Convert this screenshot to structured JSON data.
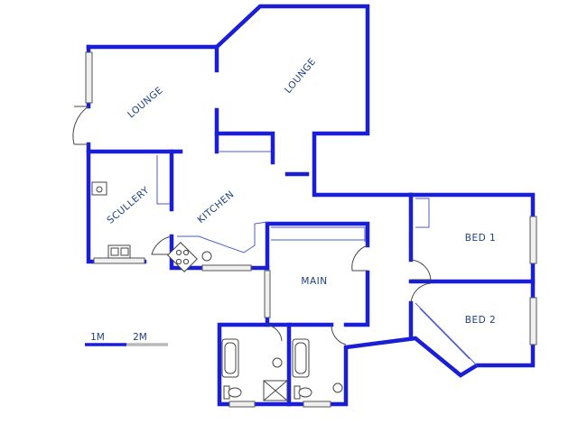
{
  "rooms": {
    "lounge_1": "LOUNGE",
    "lounge_2": "LOUNGE",
    "scullery": "SCULLERY",
    "kitchen": "KITCHEN",
    "main": "MAIN",
    "bed_1": "BED 1",
    "bed_2": "BED 2"
  },
  "scale": {
    "label_1": "1M",
    "label_2": "2M"
  },
  "colors": {
    "wall": "#1a1fd6",
    "label": "#1d3f86"
  }
}
